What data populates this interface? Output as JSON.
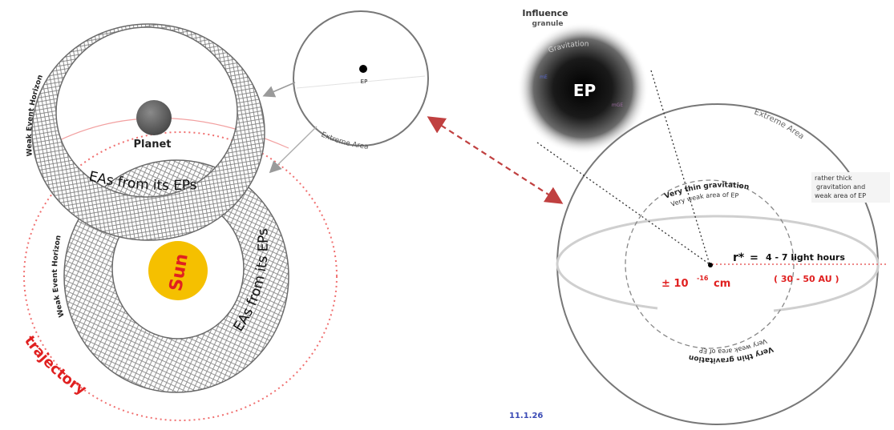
{
  "left_diagram": {
    "planet_label": "Planet",
    "sun_label": "Sun",
    "eas_upper_label": "EAs from its EPs",
    "eas_lower_label": "EAs from its EPs",
    "weak_horizon_upper": "Weak Event Horizon",
    "weak_horizon_lower": "Weak Event Horizon",
    "trajectory_label": "trajectory"
  },
  "small_ep_circle": {
    "ep_label": "EP",
    "extreme_area_label": "Extreme Area"
  },
  "influence_granule": {
    "title_line1": "Influence",
    "title_line2": "granule",
    "gravitation_label": "Gravitation",
    "ep_label": "EP",
    "small_left_label": "mE",
    "small_right_label": "mGE"
  },
  "big_sphere": {
    "extreme_area_label": "Extreme Area",
    "inner_top_line1": "Very thin gravitation",
    "inner_top_line2": "Very weak area of EP",
    "inner_bottom_line1": "Very thin gravitation",
    "inner_bottom_line2": "Very weak area of EP",
    "side_note_line1": "rather thick",
    "side_note_line2": "gravitation and",
    "side_note_line3": "weak area of EP",
    "radius_symbol": "r*",
    "radius_eq": "=",
    "radius_value": "4 - 7 light hours",
    "au_value": "( 30 - 50 AU )",
    "size_prefix": "± 10",
    "size_exp": "-16",
    "size_unit": "cm"
  },
  "date_stamp": "11.1.26",
  "colors": {
    "red": "#e02020",
    "sun": "#f5c000",
    "ring": "#8a8a8a",
    "date_blue": "#3a4ab5"
  }
}
